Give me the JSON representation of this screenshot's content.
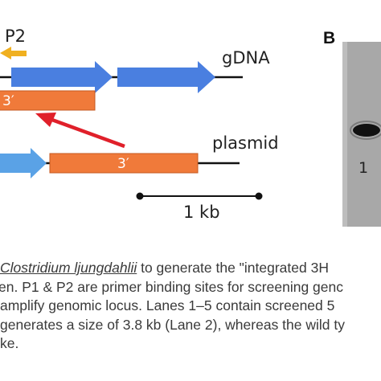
{
  "panel_a": {
    "primer_label": "P2",
    "gdna_label": "gDNA",
    "plasmid_label": "plasmid",
    "three_prime_left": "3′",
    "three_prime_plasmid": "3′",
    "scale_label": "1 kb"
  },
  "panel_b": {
    "panel_letter": "B",
    "lane_label": "1"
  },
  "caption": {
    "line1_italic": "Clostridium ljungdahlii",
    "line1_rest": " to generate the \"integrated 3H",
    "line2": "en. P1 & P2 are primer binding sites for screening genc",
    "line3": " amplify genomic locus. Lanes 1–5 contain screened 5",
    "line4": " generates a size of 3.8 kb (Lane 2), whereas the wild ty",
    "line5": "ke."
  },
  "colors": {
    "blue": "#4a7fe0",
    "orange": "#f07a3a",
    "light_blue": "#5aa2e6",
    "primer_yellow": "#f0b020",
    "red_arrow": "#e0202a",
    "gel_bg": "#a8a8a8"
  }
}
